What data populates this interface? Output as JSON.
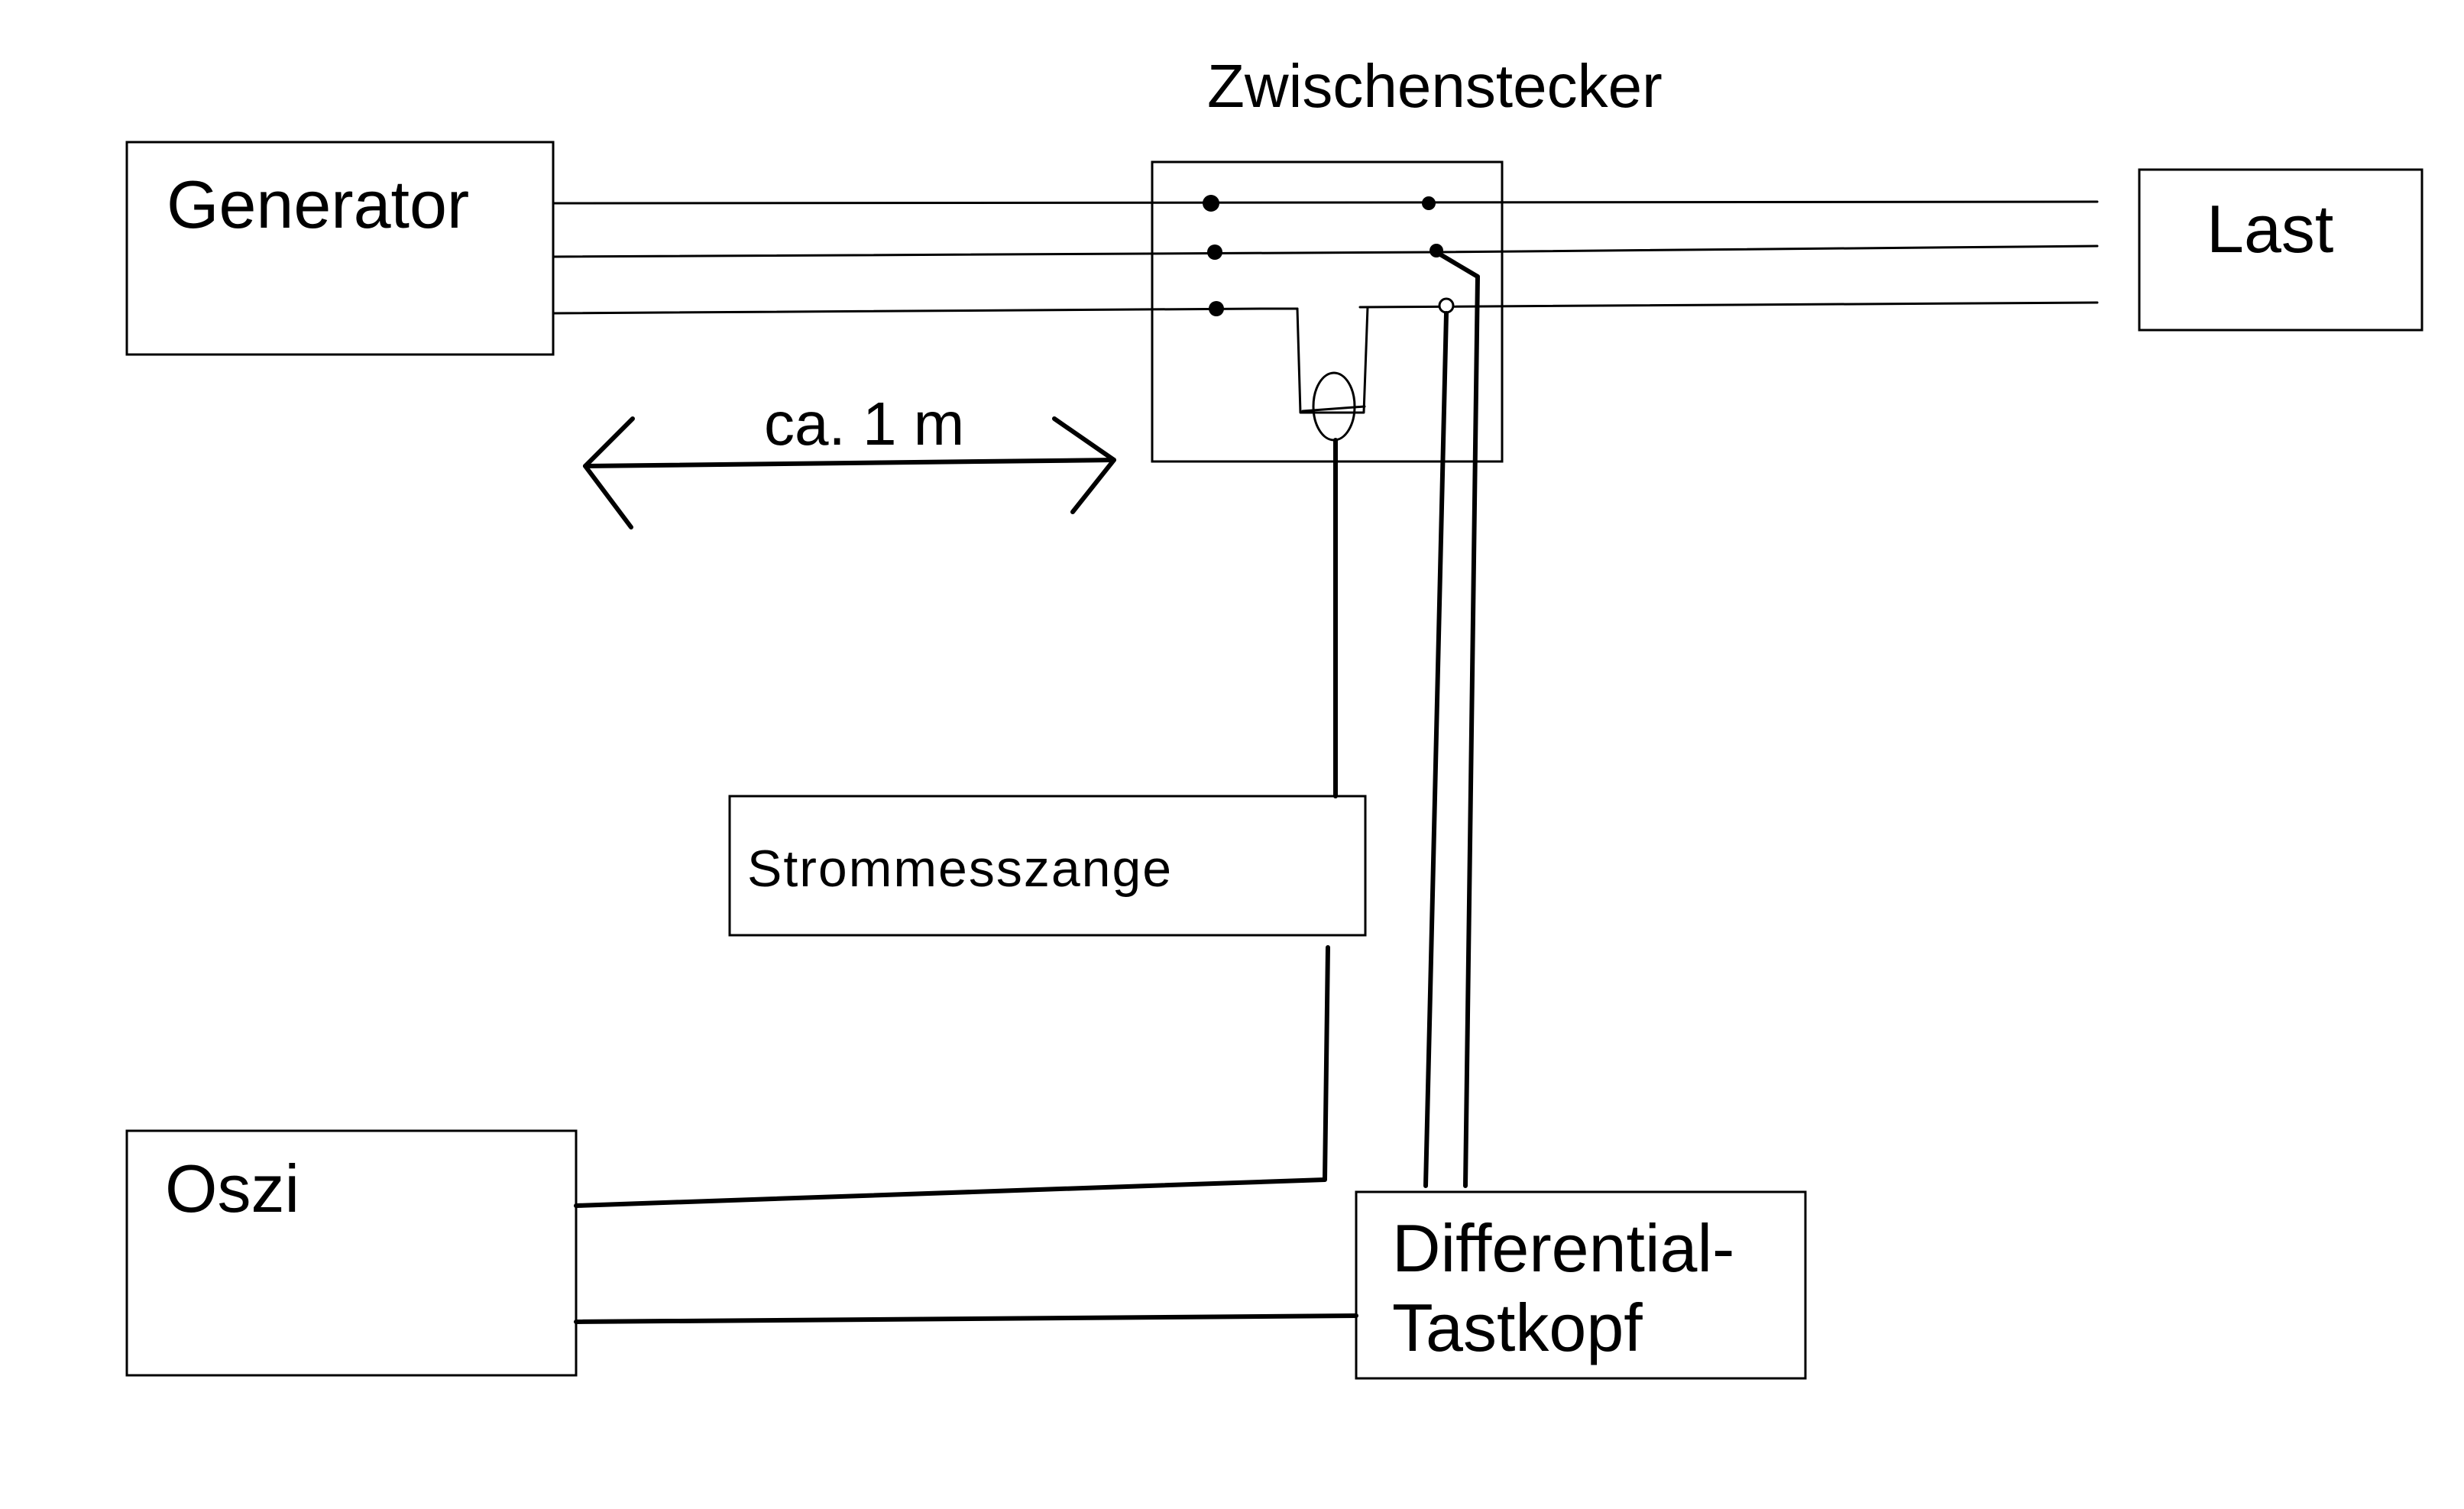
{
  "labels": {
    "zwischenstecker": "Zwischenstecker",
    "generator": "Generator",
    "last": "Last",
    "distance": "ca. 1 m",
    "strommesszange": "Strommesszange",
    "oszi": "Oszi",
    "differential_line1": "Differential-",
    "differential_line2": "Tastkopf"
  }
}
